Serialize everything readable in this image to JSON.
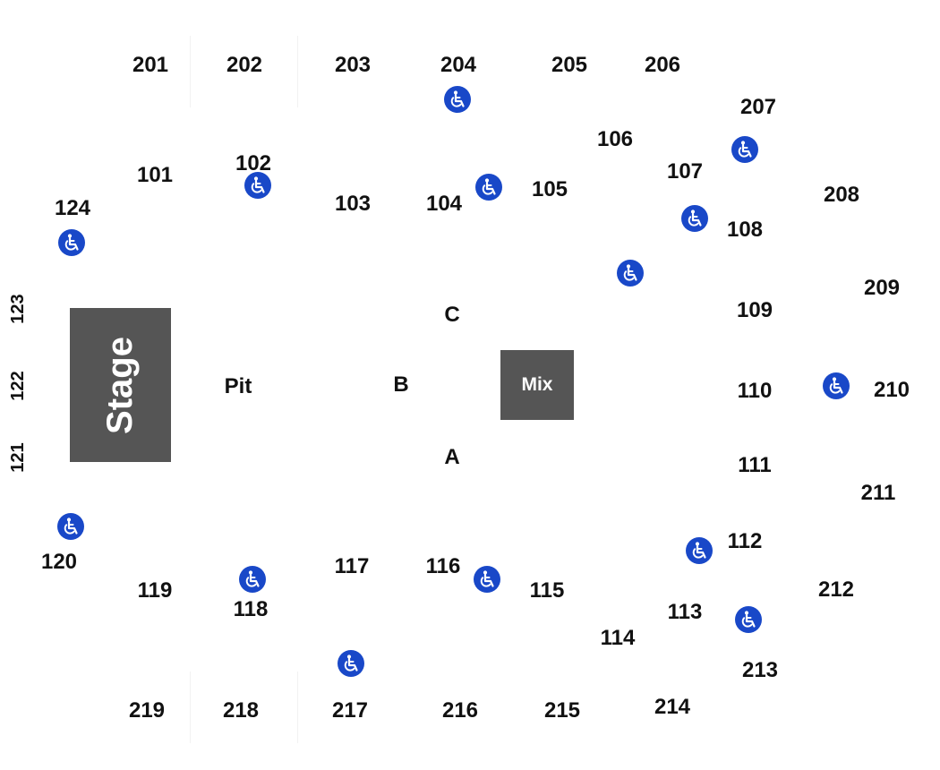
{
  "venue_map": {
    "stage_label": "Stage",
    "mix_label": "Mix",
    "floor_zones": {
      "pit": "Pit",
      "a": "A",
      "b": "B",
      "c": "C"
    },
    "sections": {
      "s201": "201",
      "s202": "202",
      "s203": "203",
      "s204": "204",
      "s205": "205",
      "s206": "206",
      "s207": "207",
      "s208": "208",
      "s209": "209",
      "s210": "210",
      "s211": "211",
      "s212": "212",
      "s213": "213",
      "s214": "214",
      "s215": "215",
      "s216": "216",
      "s217": "217",
      "s218": "218",
      "s219": "219",
      "s101": "101",
      "s102": "102",
      "s103": "103",
      "s104": "104",
      "s105": "105",
      "s106": "106",
      "s107": "107",
      "s108": "108",
      "s109": "109",
      "s110": "110",
      "s111": "111",
      "s112": "112",
      "s113": "113",
      "s114": "114",
      "s115": "115",
      "s116": "116",
      "s117": "117",
      "s118": "118",
      "s119": "119",
      "s120": "120",
      "s121": "121",
      "s122": "122",
      "s123": "123",
      "s124": "124"
    },
    "icons": {
      "accessible_seating": "wheelchair-icon"
    },
    "colors": {
      "accessible_icon": "#1948c8",
      "stage_fill": "#555555",
      "label_text": "#111111",
      "background": "#ffffff"
    }
  }
}
